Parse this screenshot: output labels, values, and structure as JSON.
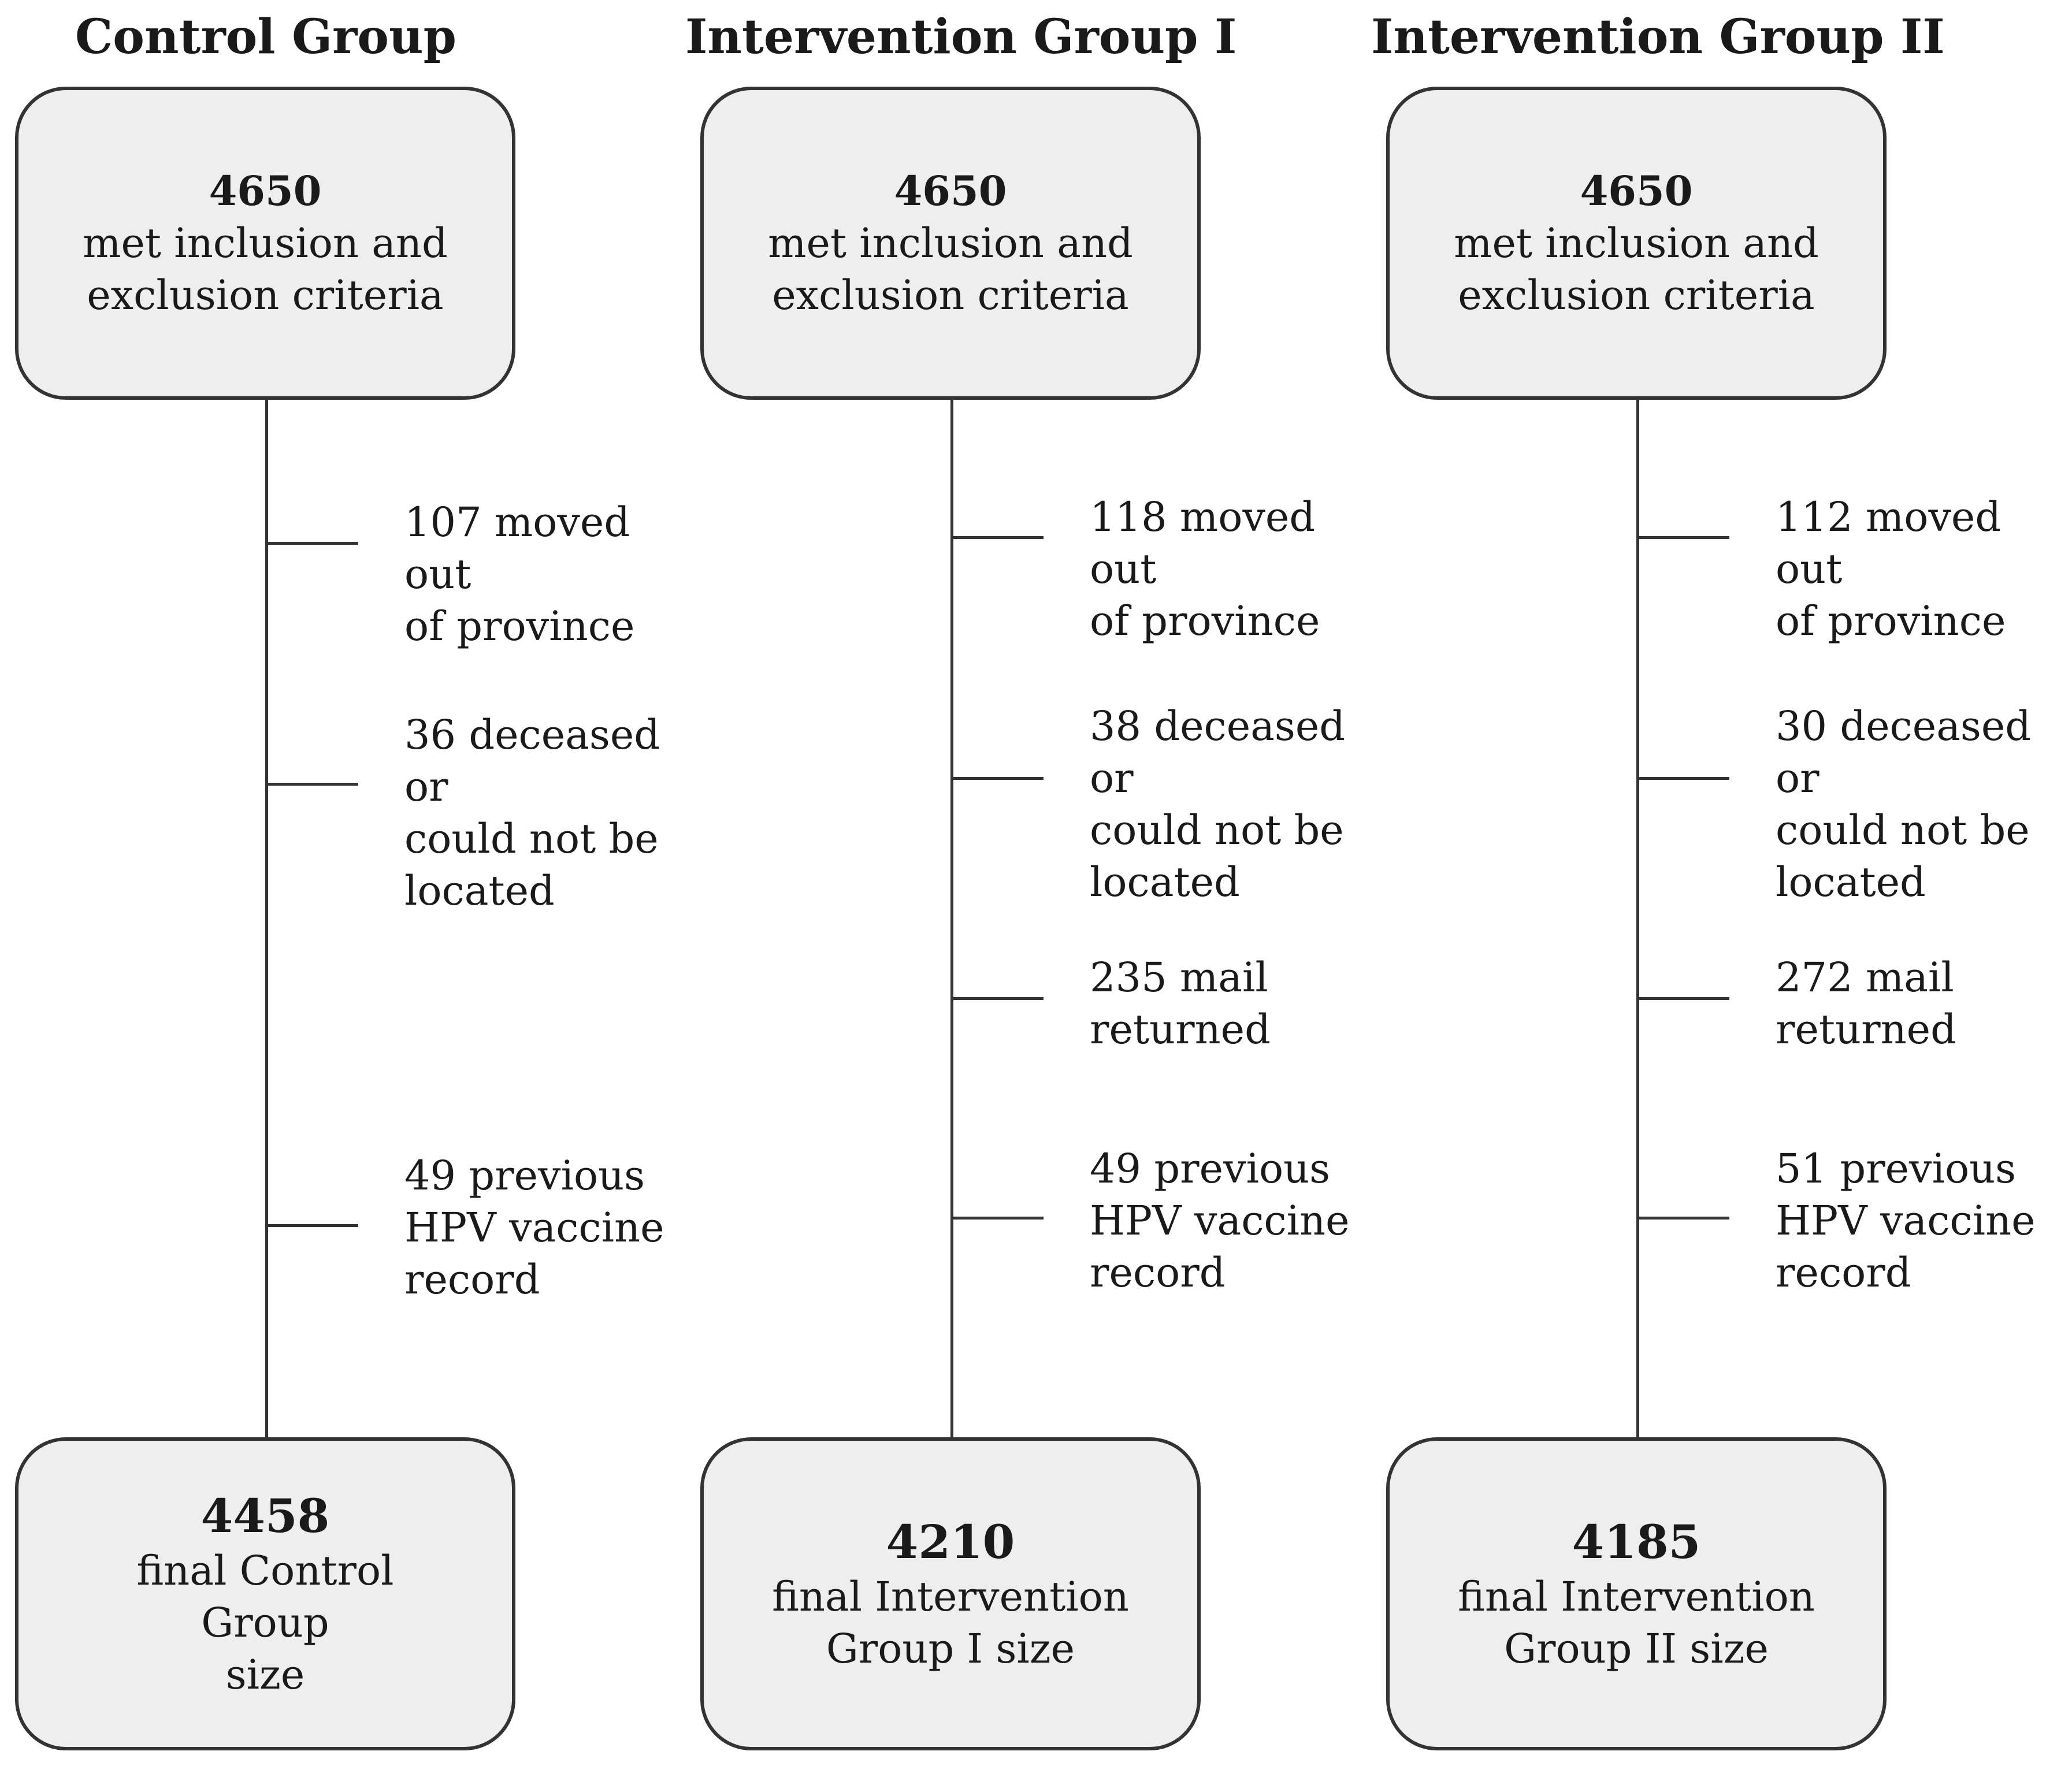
{
  "groups": [
    {
      "title": "Control Group",
      "start": {
        "count": "4650",
        "label": "met inclusion and\nexclusion criteria"
      },
      "exclusions": [
        "107 moved out\nof province",
        "36 deceased or\ncould not be\nlocated",
        "49 previous\nHPV vaccine\nrecord"
      ],
      "final": {
        "count": "4458",
        "label": "final Control Group\nsize"
      }
    },
    {
      "title": "Intervention Group I",
      "start": {
        "count": "4650",
        "label": "met inclusion and\nexclusion criteria"
      },
      "exclusions": [
        "118 moved out\nof province",
        "38 deceased or\ncould not be\nlocated",
        "235 mail\nreturned",
        "49 previous\nHPV vaccine\nrecord"
      ],
      "final": {
        "count": "4210",
        "label": "final Intervention\nGroup I size"
      }
    },
    {
      "title": "Intervention Group II",
      "start": {
        "count": "4650",
        "label": "met inclusion and\nexclusion criteria"
      },
      "exclusions": [
        "112 moved out\nof province",
        "30 deceased or\ncould not be\nlocated",
        "272 mail\nreturned",
        "51 previous\nHPV vaccine\nrecord"
      ],
      "final": {
        "count": "4185",
        "label": "final Intervention\nGroup II size"
      }
    }
  ]
}
